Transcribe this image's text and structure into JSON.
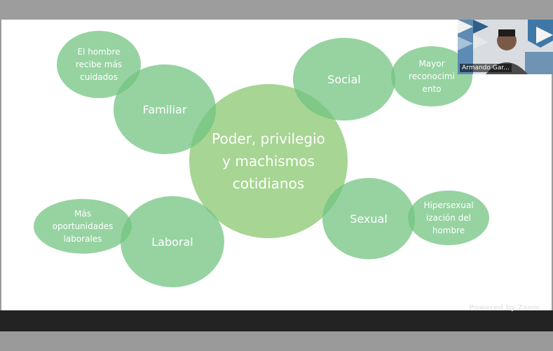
{
  "slide": {
    "center": {
      "lines": [
        "Poder, privilegio",
        "y machismos",
        "cotidianos"
      ]
    },
    "nodes": {
      "familiar": "Familiar",
      "social": "Social",
      "laboral": "Laboral",
      "sexual": "Sexual"
    },
    "leaves": {
      "familiar": [
        "El hombre",
        "recibe más",
        "cuidados"
      ],
      "social": [
        "Mayor",
        "reconocimi",
        "ento"
      ],
      "laboral": [
        "Más",
        "oportunidades",
        "laborales"
      ],
      "sexual": [
        "Hipersexual",
        "ización del",
        "hombre"
      ]
    }
  },
  "video": {
    "participant_name": "Armando Gar..."
  },
  "watermark": "Powered by Zoom",
  "colors": {
    "bubble_green": "#72c480",
    "center_green": "#98ce80"
  }
}
